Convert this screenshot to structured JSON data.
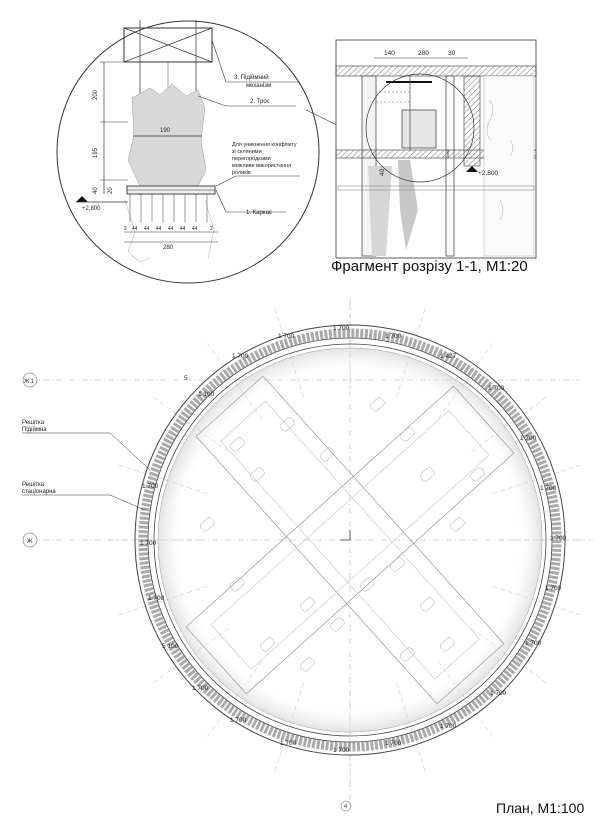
{
  "detail_circle": {
    "labels": {
      "lift": "3. Підіймний механізм",
      "cable": "2. Трос",
      "note": "Для уникнення конфлікту зі скляними перегородками можливе використання роликів",
      "frame": "1. Каркас"
    },
    "dims": {
      "v200": "200",
      "v195": "195",
      "v40": "40",
      "v20": "20",
      "h190": "190",
      "h280": "280",
      "segs": [
        "2",
        "44",
        "44",
        "44",
        "44",
        "44",
        "44",
        "2"
      ],
      "elev": "+2,800"
    }
  },
  "section_fragment": {
    "dims": {
      "d140": "140",
      "d280": "280",
      "d30": "30",
      "d40": "40"
    },
    "elev": "+2,800",
    "caption": "Фрагмент розрізу 1-1, М1:20"
  },
  "plan": {
    "axis_top": "Ж'1",
    "axis_mid": "Ж",
    "dim_1700": "1 700",
    "dim_1427": "1 427",
    "dim_1100": "1 100",
    "dim_1100b": "5 100",
    "dim_small": "5",
    "label_movable": "Решітка Підіймна",
    "label_fixed": "Решітка стаціонарна",
    "sheet_number": "4",
    "caption": "План, М1:100"
  }
}
